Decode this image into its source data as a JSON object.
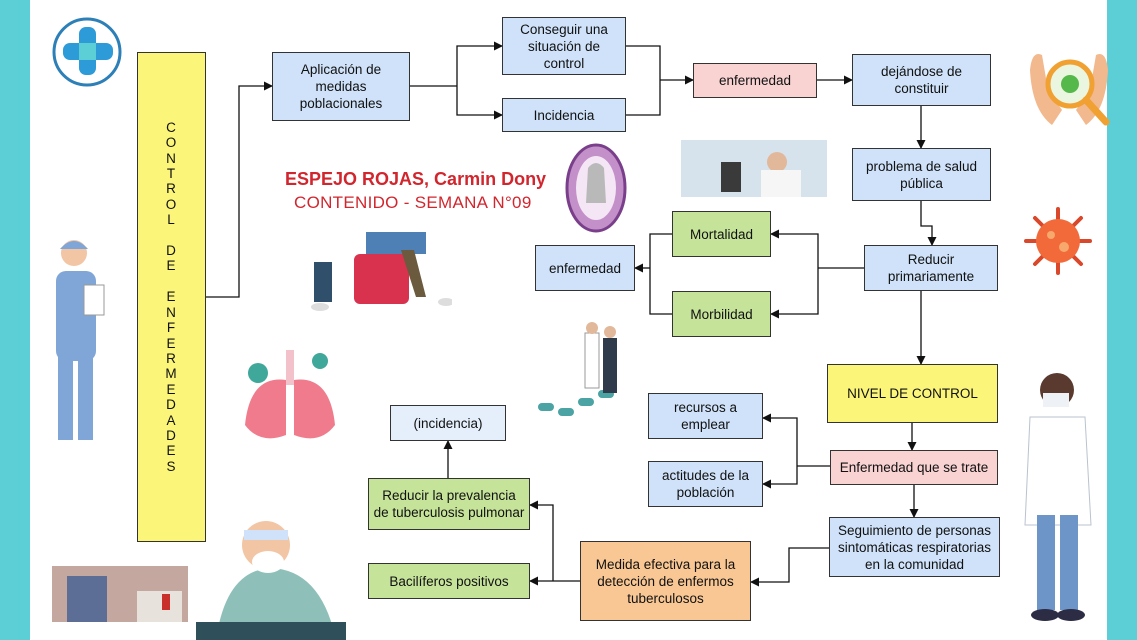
{
  "header": {
    "author": "ESPEJO ROJAS, Carmin Dony",
    "subtitle": "CONTENIDO - SEMANA N°09"
  },
  "vertical_title": "CONTROL DE ENFERMEDADES",
  "nodes": {
    "aplicacion": "Aplicación de medidas poblacionales",
    "conseguir": "Conseguir una situación de control",
    "incidencia": "Incidencia",
    "enfermedad_top": "enfermedad",
    "dejandose": "dejándose de constituir",
    "problema": "problema de salud pública",
    "reducir_prim": "Reducir primariamente",
    "mortalidad": "Mortalidad",
    "morbilidad": "Morbilidad",
    "enfermedad_left": "enfermedad",
    "nivel": "NIVEL DE CONTROL",
    "enf_trate": "Enfermedad que se trate",
    "recursos": "recursos a emplear",
    "actitudes": "actitudes de la población",
    "seguimiento": "Seguimiento de personas sintomáticas respiratorias en la comunidad",
    "medida": "Medida efectiva para la detección de enfermos tuberculosos",
    "baciliferos": "Bacilíferos positivos",
    "reducir_prev": "Reducir la prevalencia de tuberculosis pulmonar",
    "incidencia_paren": "(incidencia)"
  },
  "colors": {
    "frame": "#5ccfd6",
    "blue_box": "#cfe2f9",
    "pink_box": "#f9d2d2",
    "green_box": "#c6e39a",
    "yellow_box": "#fbf57a",
    "orange_box": "#f8c794",
    "title_red": "#d2262e"
  },
  "icons": {
    "logo": "medical-cross-logo-icon",
    "virus_hands": "virus-hands-magnifier-icon",
    "virus": "virus-icon",
    "nurse": "nurse-illustration",
    "doctor": "doctor-illustration",
    "lungs": "lungs-virus-icon",
    "patient": "sick-patient-illustration",
    "seal": "university-seal-image",
    "lab": "lab-microscope-photo",
    "lab2": "lab-worker-photo",
    "pills": "pills-doctors-illustration",
    "chair": "patient-chair-illustration"
  }
}
